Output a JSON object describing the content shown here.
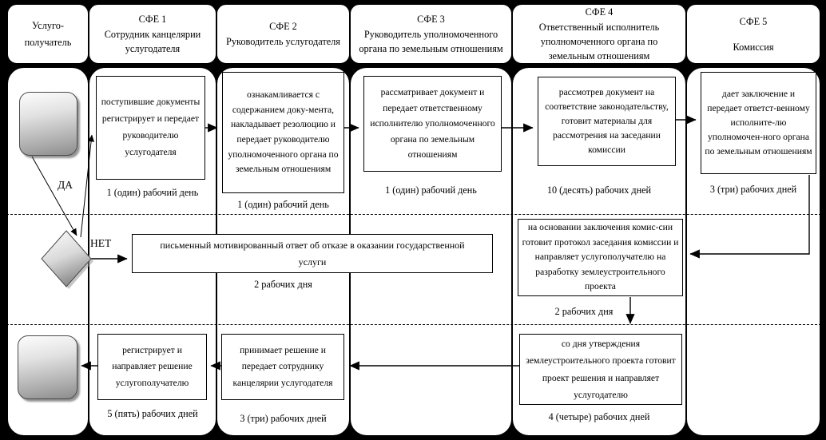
{
  "diagram": {
    "lanes": [
      {
        "l1": "Услуго-",
        "l2": "получатель"
      },
      {
        "l1": "СФЕ 1",
        "l2": "Сотрудник канцелярии услугодателя"
      },
      {
        "l1": "СФЕ 2",
        "l2": "Руководитель услугодателя"
      },
      {
        "l1": "СФЕ 3",
        "l2": "Руководитель уполномоченного органа по земельным отношениям"
      },
      {
        "l1": "СФЕ 4",
        "l2": "Ответственный исполнитель уполномоченного органа по земельным отношениям"
      },
      {
        "l1": "СФЕ 5",
        "l2": "Комиссия"
      }
    ],
    "steps": {
      "sfe1_r1": {
        "text": "поступившие документы регистрирует и передает руководителю услугодателя",
        "duration": "1 (один) рабочий день"
      },
      "sfe2_r1": {
        "text": "ознакамливается с содержанием доку-мента, накладывает резолюцию и передает руководителю уполномоченного органа по земельным отношениям",
        "duration": "1 (один) рабочий день"
      },
      "sfe3_r1": {
        "text": "рассматривает документ и передает ответственному исполнителю уполномоченного органа по земельным отношениям",
        "duration": "1 (один) рабочий день"
      },
      "sfe4_r1": {
        "text": "рассмотрев документ на соответствие законодательству, готовит материалы для рассмотрения на заседании комиссии",
        "duration": "10 (десять) рабочих дней"
      },
      "sfe5_r1": {
        "text": "дает заключение и передает ответст-венному исполните-лю  уполномочен-ного органа по земельным отношениям",
        "duration": "3 (три) рабочих дней"
      },
      "refusal": {
        "text": "письменный мотивированный ответ об отказе в оказании государственной услуги",
        "duration": "2 рабочих дня"
      },
      "sfe4_r2": {
        "text": "на основании заключения комис-сии готовит протокол заседания комиссии и направляет услугополучателю на разработку землеустроительного проекта",
        "duration": "2 рабочих дня"
      },
      "sfe1_r3": {
        "text": "регистрирует и направляет решение услугополучателю",
        "duration": "5 (пять) рабочих дней"
      },
      "sfe2_r3": {
        "text": "принимает решение и передает сотруднику канцелярии услугодателя",
        "duration": "3 (три) рабочих дней"
      },
      "sfe4_r3": {
        "text": "со дня утверждения землеустроительного проекта готовит проект решения и направляет услугодателю",
        "duration": "4 (четыре) рабочих дней"
      }
    },
    "decision": {
      "yes_label": "ДА",
      "no_label": "НЕТ"
    },
    "colors": {
      "background": "#000000",
      "lane_fill": "#ffffff",
      "line": "#000000",
      "node_gradient_top": "#fdfdfd",
      "node_gradient_bottom": "#8c8c8c"
    }
  }
}
